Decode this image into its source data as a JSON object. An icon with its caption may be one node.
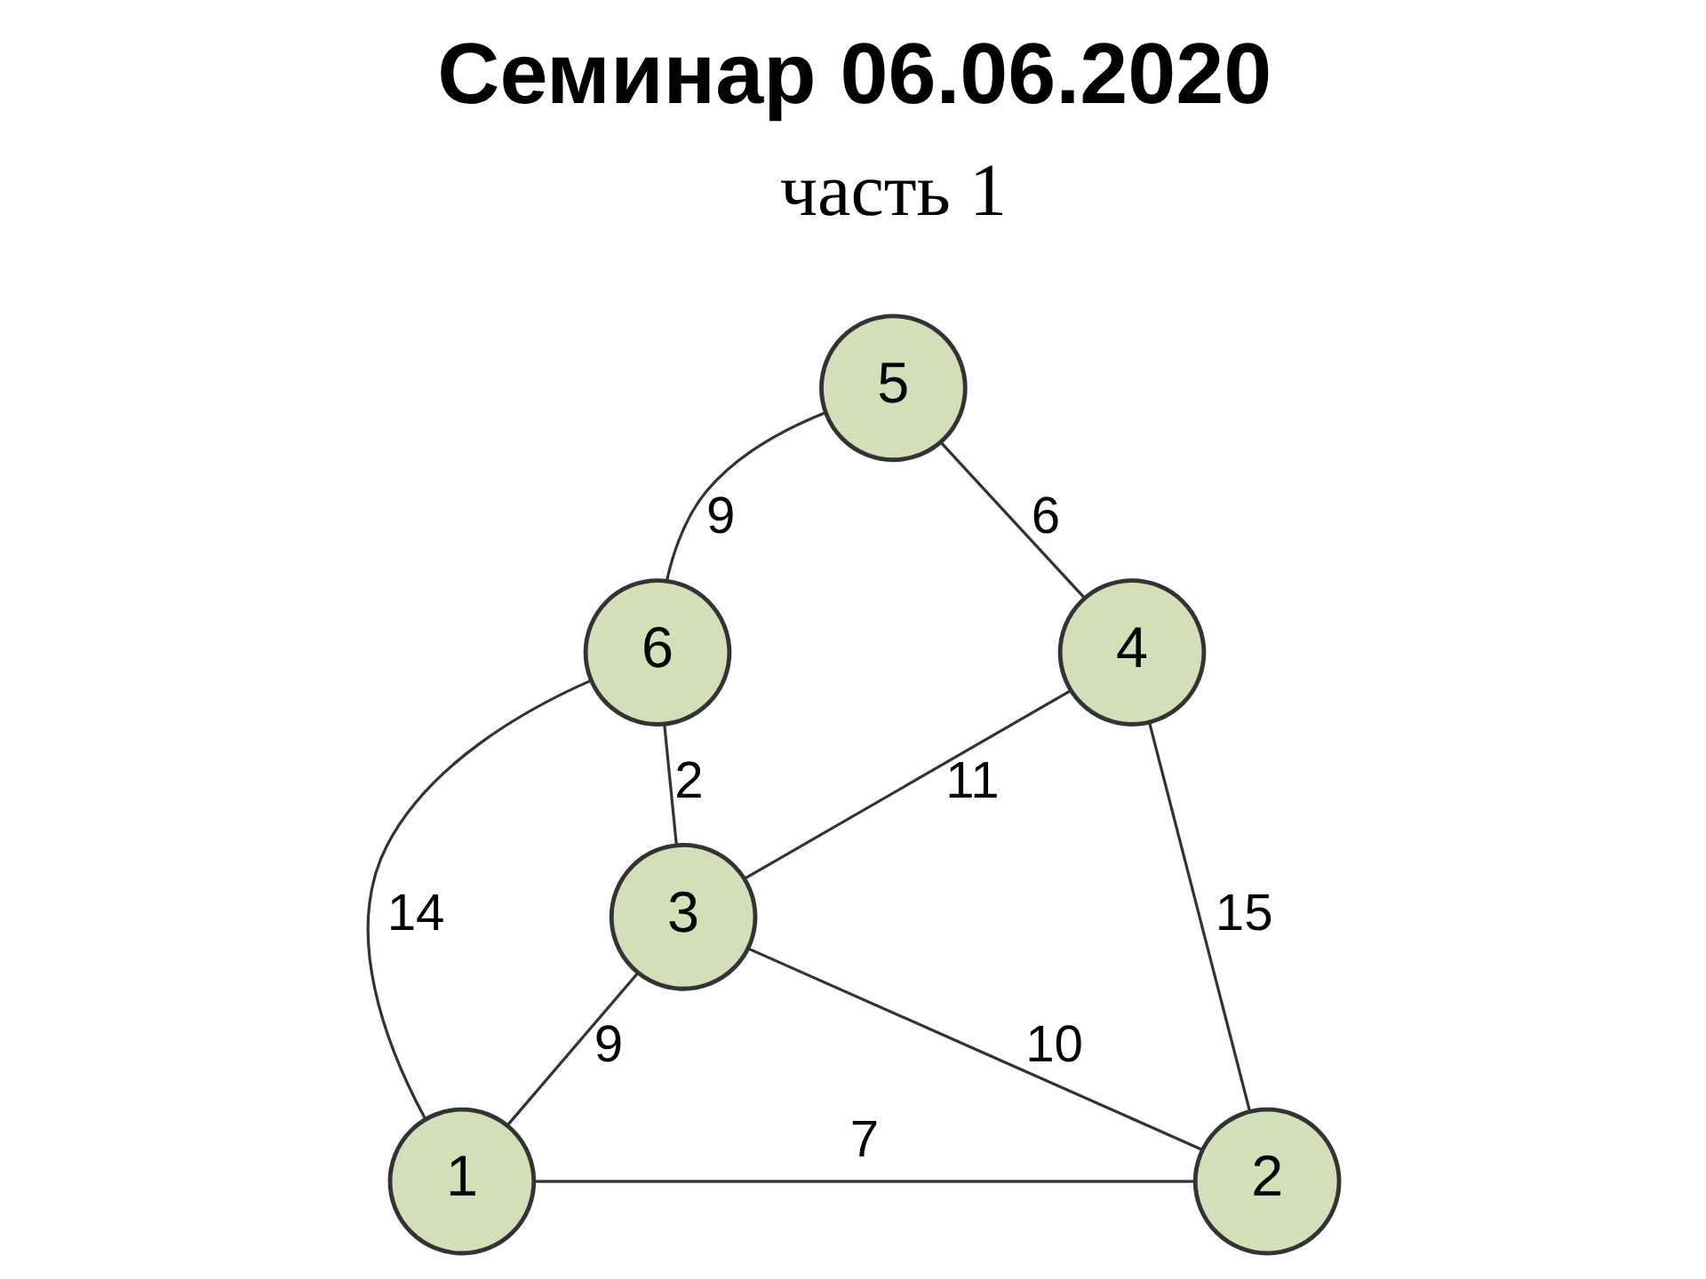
{
  "diagram": {
    "title": "Семинар 06.06.2020",
    "nodes": [
      {
        "text": [
          "5"
        ]
      },
      {
        "text": [
          "6"
        ]
      },
      {
        "text": [
          "4"
        ]
      },
      {
        "text": [
          "3"
        ]
      },
      {
        "text": [
          "1"
        ]
      },
      {
        "text": [
          "2"
        ]
      }
    ],
    "edges": [
      {
        "from": 0,
        "to": 1,
        "label": "9",
        "arrow": "none"
      },
      {
        "from": 0,
        "to": 2,
        "label": "6",
        "arrow": "none"
      },
      {
        "from": 1,
        "to": 3,
        "label": "2",
        "arrow": "none"
      },
      {
        "from": 2,
        "to": 3,
        "label": "11",
        "arrow": "none"
      },
      {
        "from": 1,
        "to": 4,
        "label": "14",
        "arrow": "none"
      },
      {
        "from": 3,
        "to": 4,
        "label": "9",
        "arrow": "none"
      },
      {
        "from": 3,
        "to": 5,
        "label": "10",
        "arrow": "none"
      },
      {
        "from": 2,
        "to": 5,
        "label": "15",
        "arrow": "none"
      },
      {
        "from": 4,
        "to": 5,
        "label": "7",
        "arrow": "none"
      }
    ],
    "labels": [
      "часть 1"
    ]
  }
}
